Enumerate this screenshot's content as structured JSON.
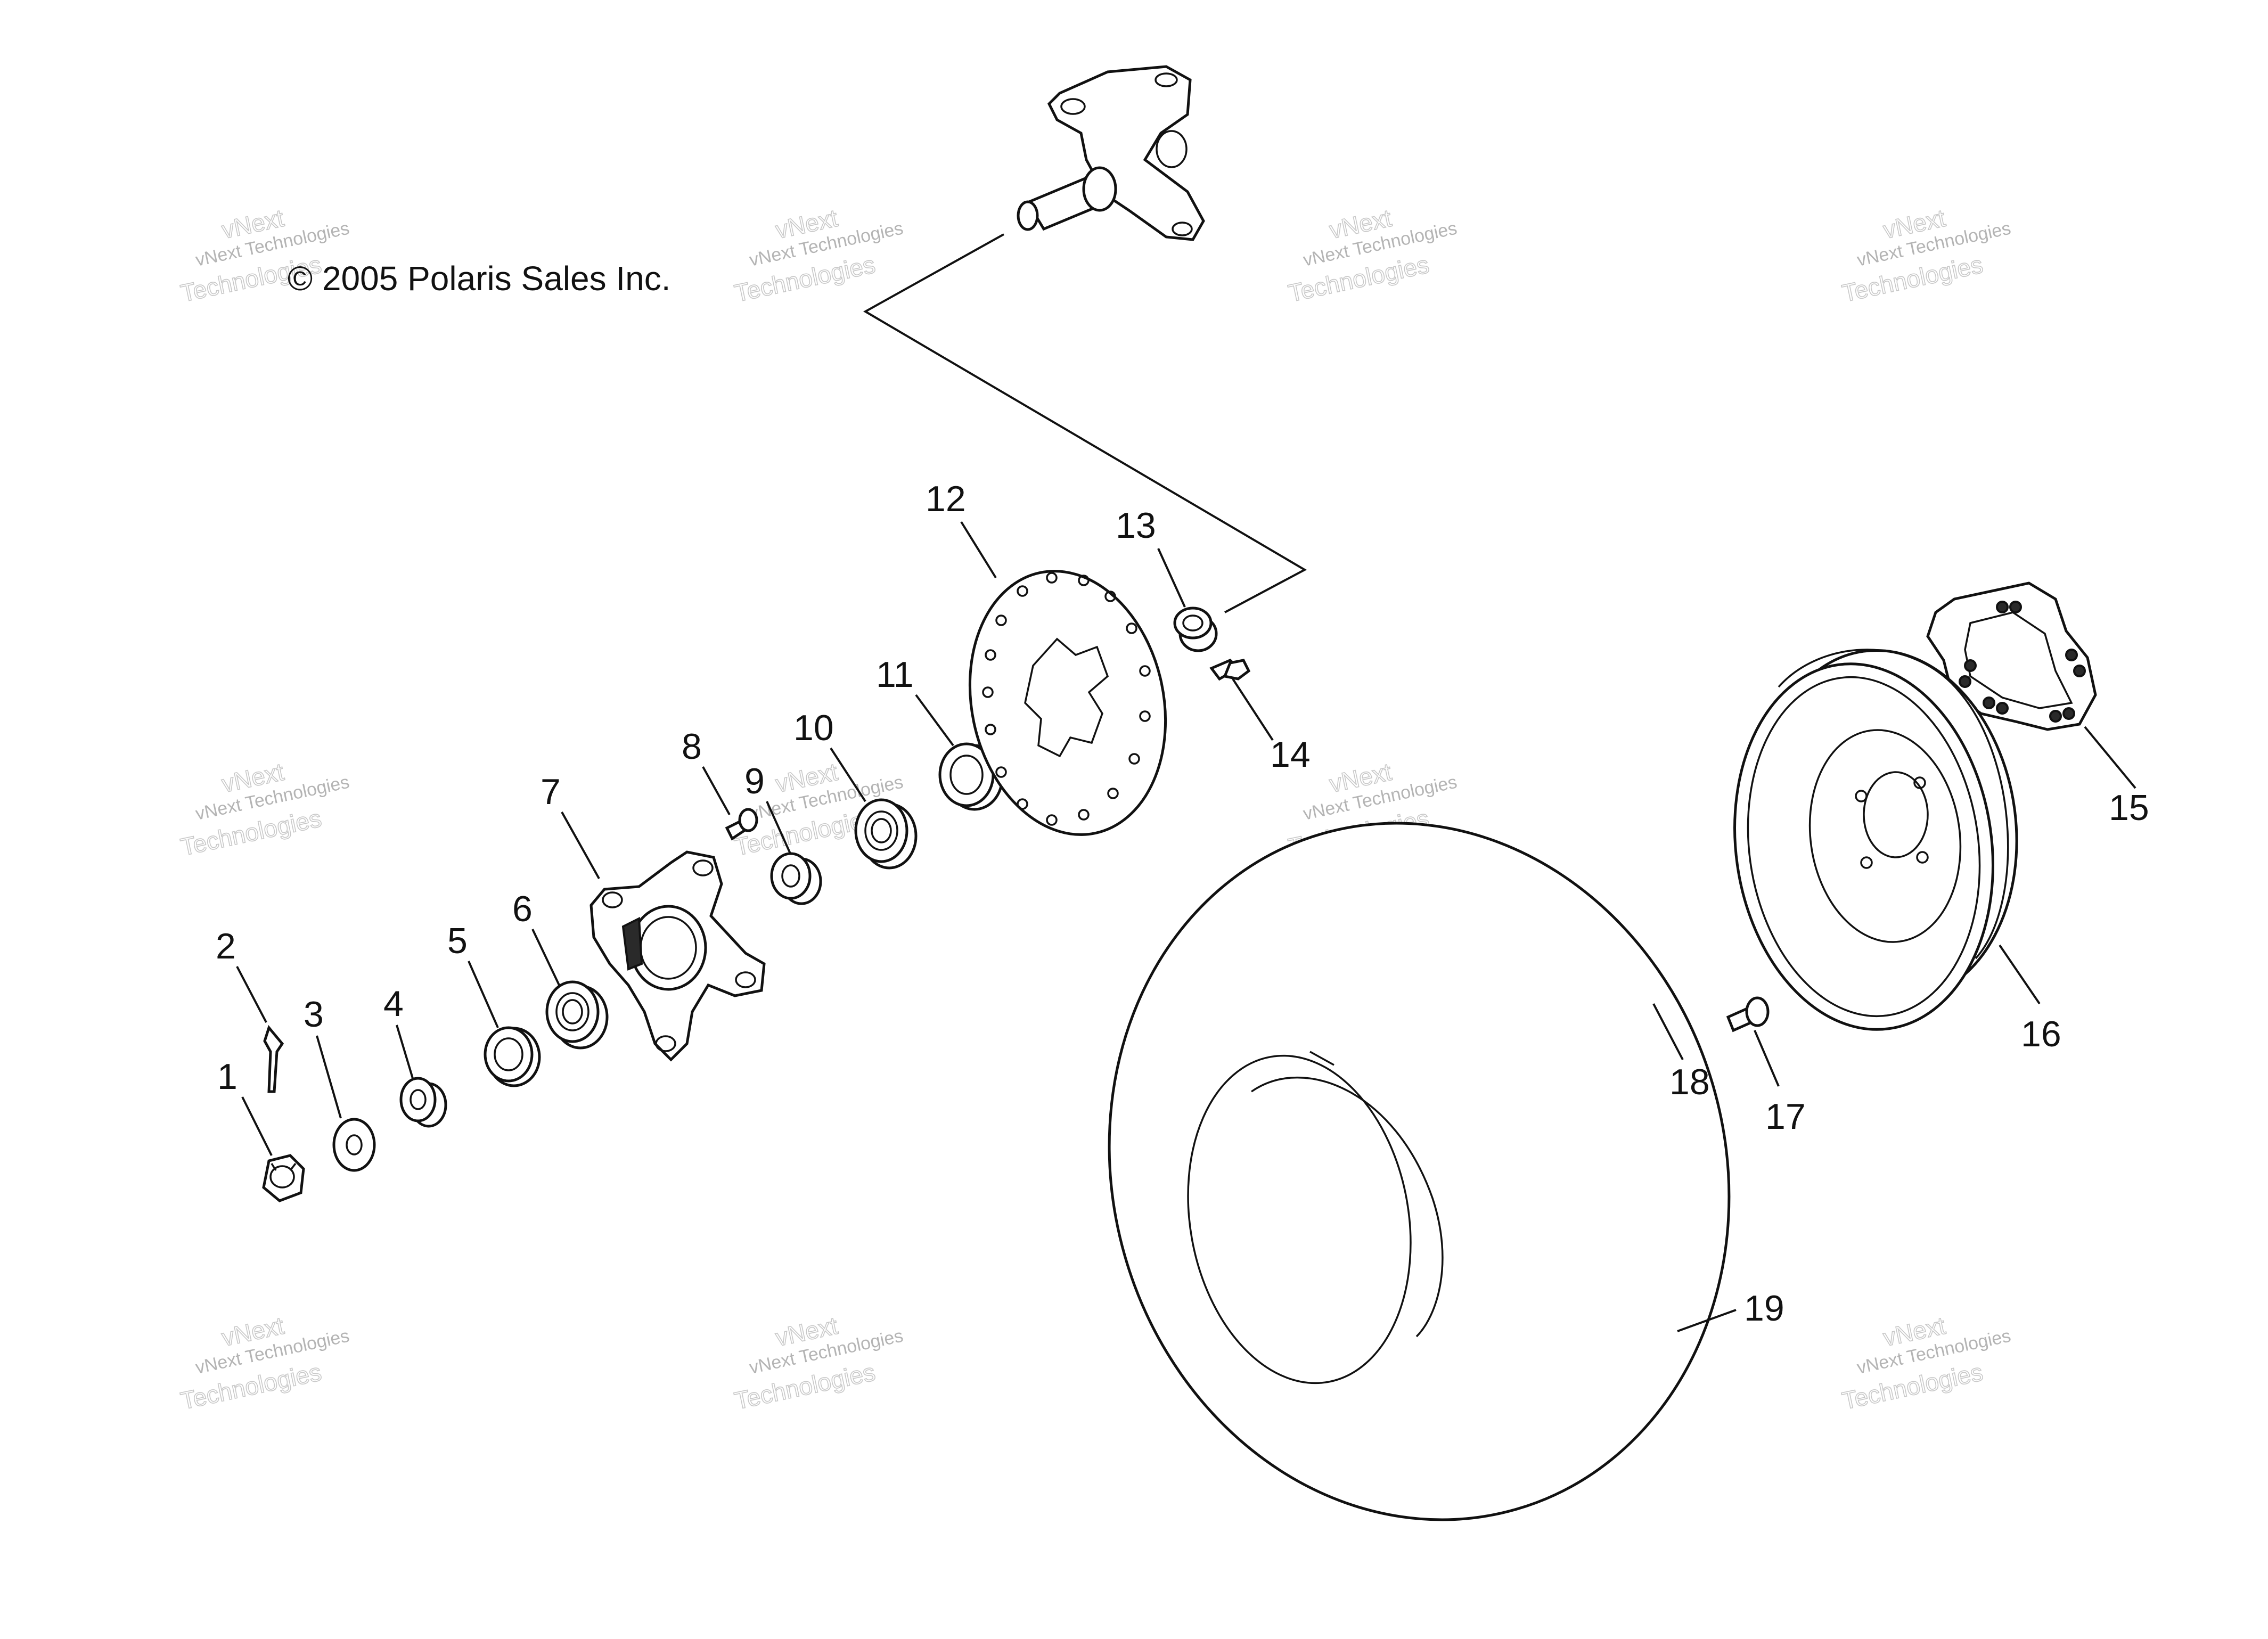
{
  "diagram": {
    "copyright": "© 2005 Polaris Sales Inc.",
    "watermark": {
      "line1": "vNext Technologies",
      "line2a": "vNext",
      "line2b": "Technologies"
    },
    "callouts": [
      {
        "id": "1",
        "part": "nut"
      },
      {
        "id": "2",
        "part": "cotter-pin"
      },
      {
        "id": "3",
        "part": "washer"
      },
      {
        "id": "4",
        "part": "spacer"
      },
      {
        "id": "5",
        "part": "seal"
      },
      {
        "id": "6",
        "part": "bearing"
      },
      {
        "id": "7",
        "part": "hub"
      },
      {
        "id": "8",
        "part": "stud"
      },
      {
        "id": "9",
        "part": "spacer"
      },
      {
        "id": "10",
        "part": "bearing"
      },
      {
        "id": "11",
        "part": "seal"
      },
      {
        "id": "12",
        "part": "brake-disc"
      },
      {
        "id": "13",
        "part": "spacer"
      },
      {
        "id": "14",
        "part": "bolt"
      },
      {
        "id": "15",
        "part": "gasket"
      },
      {
        "id": "16",
        "part": "wheel-rim"
      },
      {
        "id": "17",
        "part": "valve-stem"
      },
      {
        "id": "18",
        "part": "lug-nut"
      },
      {
        "id": "19",
        "part": "tire"
      }
    ]
  }
}
